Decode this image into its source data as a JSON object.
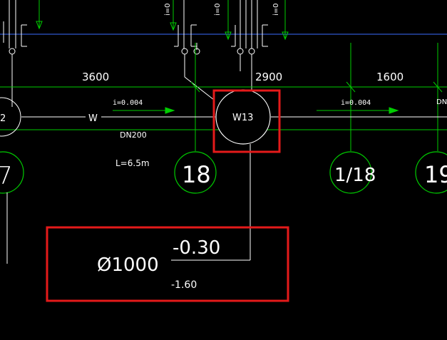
{
  "colors": {
    "background": "#000000",
    "pipe_line": "#ffffff",
    "grid_line": "#00cc00",
    "axis_line": "#3a6cff",
    "highlight": "#e41a1a"
  },
  "dimensions": {
    "d1": "3600",
    "d2": "2900",
    "d3": "1600"
  },
  "pipe": {
    "slope_left": "i=0.004",
    "slope_right": "i=0.004",
    "slope_right_partial": "DN",
    "medium": "W",
    "diameter": "DN200",
    "length": "L=6.5m"
  },
  "manhole": {
    "label": "W13",
    "partial_left_label": "2"
  },
  "axes": [
    {
      "label": "7"
    },
    {
      "label": "18"
    },
    {
      "label": "1/18"
    },
    {
      "label": "19"
    }
  ],
  "top_slopes": [
    {
      "label": "i=0"
    },
    {
      "label": "i=0"
    },
    {
      "label": "i=0"
    }
  ],
  "well_info": {
    "diameter": "Ø1000",
    "top_elevation": "-0.30",
    "bottom_elevation": "-1.60"
  }
}
